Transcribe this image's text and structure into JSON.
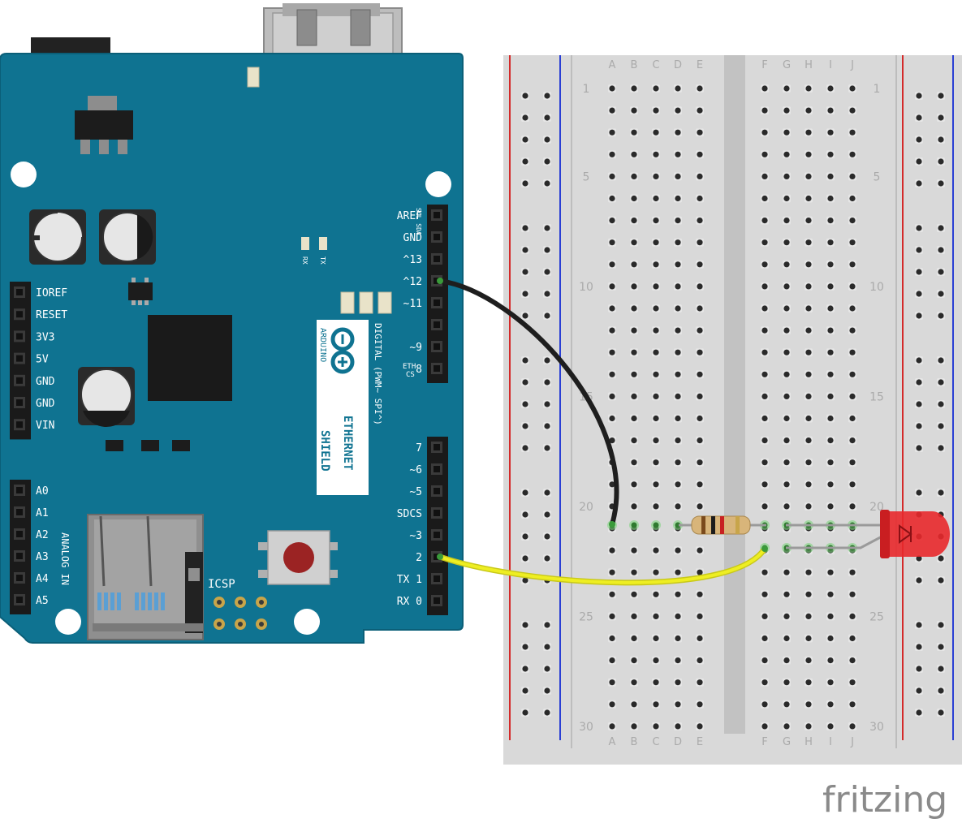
{
  "arduino": {
    "left_header_labels": [
      "IOREF",
      "RESET",
      "3V3",
      "5V",
      "GND",
      "GND",
      "VIN"
    ],
    "analog_header_labels": [
      "A0",
      "A1",
      "A2",
      "A3",
      "A4",
      "A5"
    ],
    "analog_in_label": "ANALOG IN",
    "right_top_labels": [
      "AREF",
      "GND",
      "^13",
      "^12",
      "~11",
      "",
      "~9",
      "8"
    ],
    "eth_cs_label": [
      "ETH",
      "CS"
    ],
    "scl_sda_label": "SCL SDA",
    "right_bottom_labels": [
      "7",
      "~6",
      "~5",
      "SDCS",
      "~3",
      "2",
      "TX 1",
      "RX 0"
    ],
    "rx_label": "RX",
    "tx_label": "TX",
    "digital_label": "DIGITAL (PWM~ SPI^)",
    "brand_label": "ARDUINO",
    "shield_line1": "ETHERNET",
    "shield_line2": "SHIELD",
    "icsp_label": "ICSP",
    "board_color": "#0f7391",
    "board_edge_color": "#0b5f78"
  },
  "breadboard": {
    "columns_left": [
      "A",
      "B",
      "C",
      "D",
      "E"
    ],
    "columns_right": [
      "F",
      "G",
      "H",
      "I",
      "J"
    ],
    "row_numbers": [
      "1",
      "5",
      "10",
      "15",
      "20",
      "25",
      "30"
    ],
    "body_color": "#d9d9d9",
    "rail_red": "#d42a2a",
    "rail_blue": "#2a3fd4"
  },
  "wires": {
    "gnd_wire_color": "#1e1e1e",
    "signal_wire_color": "#eeee22"
  },
  "led_color": "#e8282b",
  "logo": "fritzing"
}
